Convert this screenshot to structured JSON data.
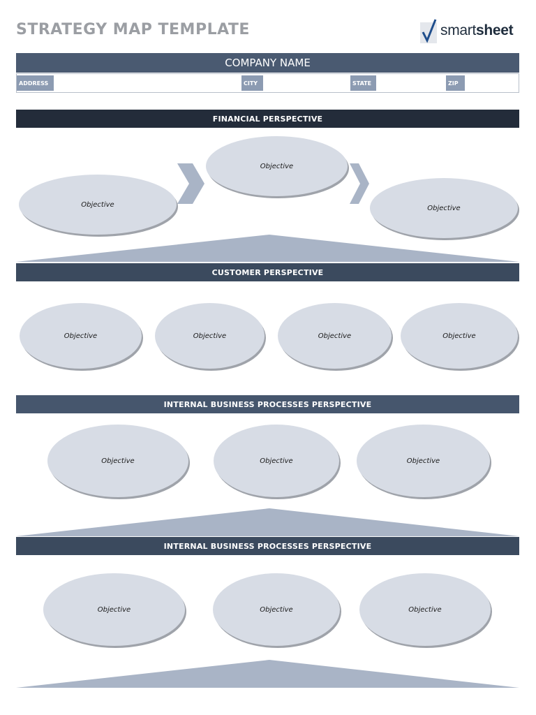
{
  "header": {
    "title": "STRATEGY MAP TEMPLATE",
    "logo": {
      "text_main": "smart",
      "text_bold": "sheet",
      "icon": "checkmark-icon"
    }
  },
  "company": {
    "name": "COMPANY NAME",
    "fields": [
      {
        "label": "ADDRESS",
        "value": ""
      },
      {
        "label": "CITY",
        "value": ""
      },
      {
        "label": "STATE",
        "value": ""
      },
      {
        "label": "ZIP",
        "value": ""
      }
    ]
  },
  "sections": [
    {
      "title": "FINANCIAL PERSPECTIVE",
      "objectives": [
        "Objective",
        "Objective",
        "Objective"
      ]
    },
    {
      "title": "CUSTOMER PERSPECTIVE",
      "objectives": [
        "Objective",
        "Objective",
        "Objective",
        "Objective"
      ]
    },
    {
      "title": "INTERNAL BUSINESS PROCESSES PERSPECTIVE",
      "objectives": [
        "Objective",
        "Objective",
        "Objective"
      ]
    },
    {
      "title": "INTERNAL BUSINESS PROCESSES PERSPECTIVE",
      "objectives": [
        "Objective",
        "Objective",
        "Objective"
      ]
    }
  ],
  "colors": {
    "title_gray": "#9b9ea3",
    "bar_dark": "#232c3a",
    "bar_mid": "#3b4a5e",
    "ellipse_fill": "#d7dce5",
    "arrow_fill": "#a9b4c6"
  }
}
